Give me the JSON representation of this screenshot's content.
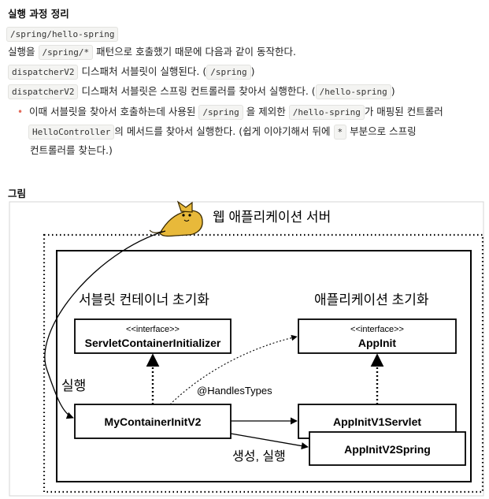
{
  "section1": {
    "title": "실행 과정 정리",
    "path": "/spring/hello-spring",
    "line1": {
      "pre": "실행을",
      "code": "/spring/*",
      "post": "패턴으로 호출했기 때문에 다음과 같이 동작한다."
    },
    "line2": {
      "code": "dispatcherV2",
      "text": "디스패처 서블릿이 실행된다. (",
      "code2": "/spring",
      "close": ")"
    },
    "line3": {
      "code": "dispatcherV2",
      "text": "디스패처 서블릿은 스프링 컨트롤러를 찾아서 실행한다. (",
      "code2": "/hello-spring",
      "close": ")"
    },
    "bullet": {
      "a1": "이때 서블릿을 찾아서 호출하는데 사용된",
      "c1": "/spring",
      "a2": "을 제외한",
      "c2": "/hello-spring",
      "a3": "가 매핑된 컨트롤러",
      "c3": "HelloController",
      "a4": "의 메서드를 찾아서 실행한다. (쉽게 이야기해서 뒤에",
      "c4": "*",
      "a5": "부분으로 스프링",
      "a6": "컨트롤러를 찾는다.)"
    }
  },
  "section2": {
    "title": "그림"
  },
  "diagram": {
    "server_label": "웹 애플리케이션 서버",
    "servlet_init_label": "서블릿 컨테이너 초기화",
    "app_init_label": "애플리케이션 초기화",
    "interface_stereotype": "<<interface>>",
    "servlet_container_initializer": "ServletContainerInitializer",
    "app_init": "AppInit",
    "handles_types": "@HandlesTypes",
    "run_label": "실행",
    "my_container_init": "MyContainerInitV2",
    "app_init_v1_servlet": "AppInitV1Servlet",
    "app_init_v2_spring": "AppInitV2Spring",
    "create_run_label": "생성, 실행"
  },
  "colors": {
    "bullet": "#e36a5a",
    "code_bg": "#f4f4f2",
    "code_border": "#e3e3e0",
    "tomcat": "#e8b93a"
  }
}
